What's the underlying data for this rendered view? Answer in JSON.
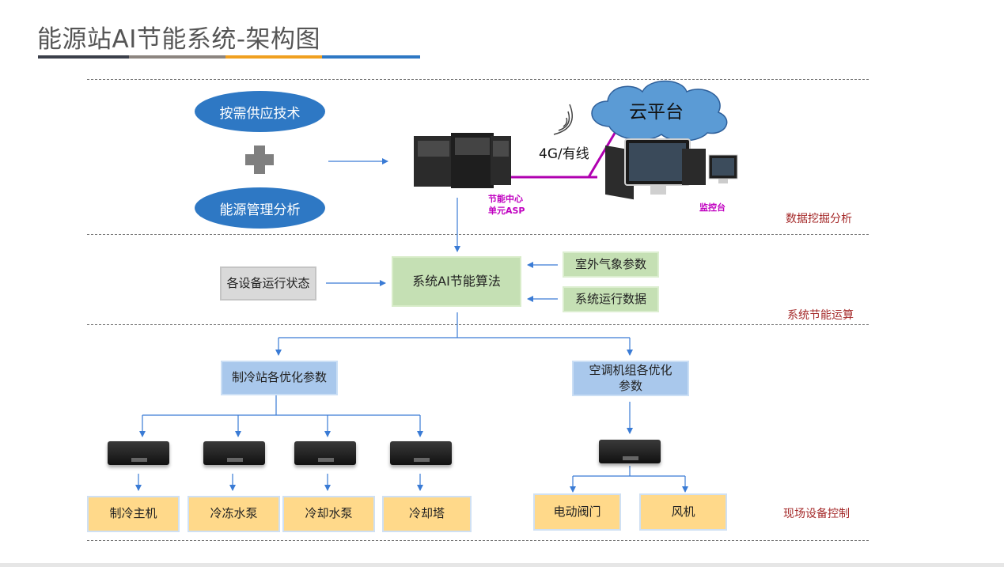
{
  "title": "能源站AI节能系统-架构图",
  "sections": {
    "data_mining": "数据挖掘分析",
    "energy_calc": "系统节能运算",
    "field_control": "现场设备控制"
  },
  "top": {
    "supply_tech": "按需供应技术",
    "energy_mgmt": "能源管理分析",
    "server_label_1": "节能中心",
    "server_label_2": "单元ASP",
    "link_label": "4G/有线",
    "cloud": "云平台",
    "monitor_label": "监控台"
  },
  "middle": {
    "device_status": "各设备运行状态",
    "algorithm": "系统AI节能算法",
    "weather": "室外气象参数",
    "run_data": "系统运行数据"
  },
  "bottom": {
    "chiller_params": "制冷站各优化参数",
    "ac_params": "空调机组各优化参数",
    "chiller": "制冷主机",
    "chilled_pump": "冷冻水泵",
    "cooling_pump": "冷却水泵",
    "cooling_tower": "冷却塔",
    "valve": "电动阀门",
    "fan": "风机"
  },
  "colors": {
    "ellipse": "#2e78c4",
    "arrow": "#3a7bd5",
    "link": "#b000b0",
    "section_text": "#a52a2a"
  }
}
